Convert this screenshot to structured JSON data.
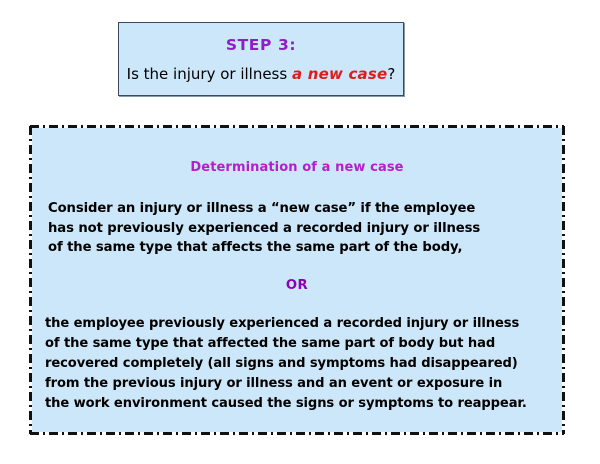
{
  "slide": {
    "title_box": {
      "step_label": "STEP 3:",
      "question_prefix": "Is the injury or illness ",
      "question_accent": "a new case",
      "question_suffix": "?",
      "background_color": "#cce7f9",
      "border_color": "#3a4a5c",
      "step_label_color": "#8e1fc4",
      "accent_color": "#e01b1b"
    },
    "body_box": {
      "heading": "Determination of a new case",
      "heading_color": "#b41ecd",
      "paragraph_1": "Consider an injury or illness a “new case” if the employee\nhas not previously experienced a recorded injury or illness\nof the same type that affects the same part of the body,",
      "connector": "OR",
      "connector_color": "#8e00b8",
      "paragraph_2": "the employee previously experienced a recorded injury or illness\nof the same type that affected the same part of body but had\nrecovered completely (all signs and symptoms had disappeared)\nfrom the previous injury or illness and an event or exposure in\nthe work environment caused the signs or symptoms to reappear.",
      "background_color": "#cce7f9",
      "border_style": "dash-dot",
      "border_color": "#111111"
    },
    "page_background": "#ffffff"
  }
}
